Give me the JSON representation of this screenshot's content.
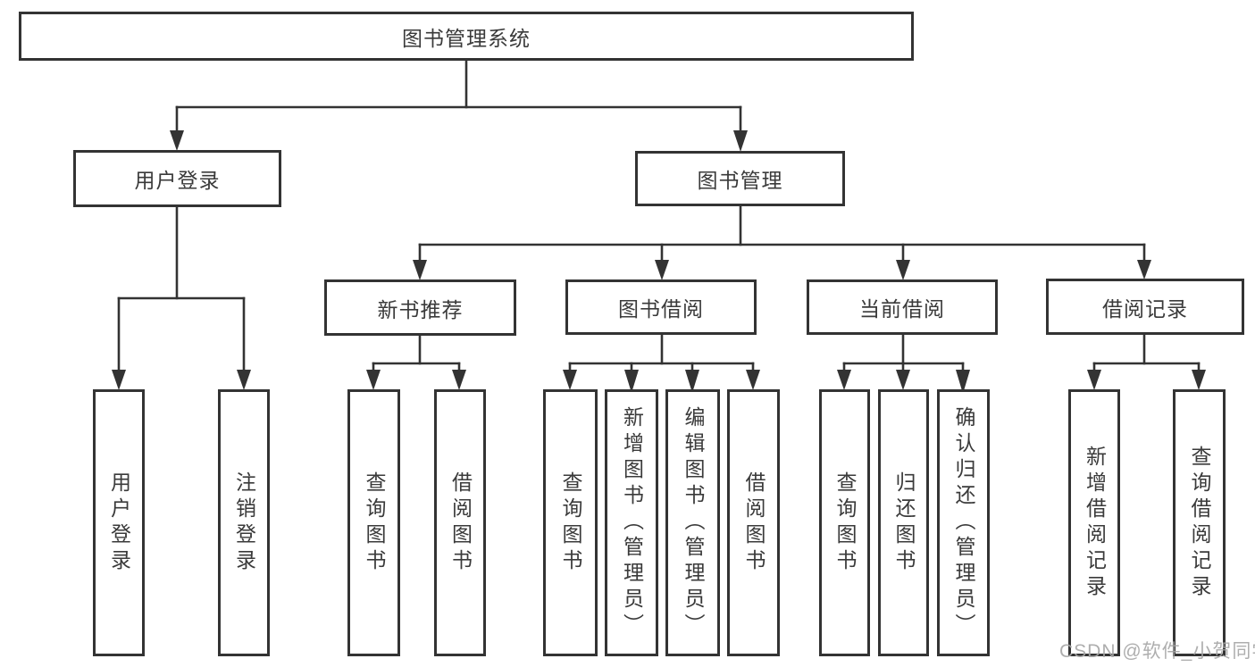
{
  "diagram": {
    "root": {
      "label": "图书管理系统"
    },
    "level2": [
      {
        "label": "用户登录"
      },
      {
        "label": "图书管理"
      }
    ],
    "level3": [
      {
        "label": "新书推荐",
        "parent": "图书管理"
      },
      {
        "label": "图书借阅",
        "parent": "图书管理"
      },
      {
        "label": "当前借阅",
        "parent": "图书管理"
      },
      {
        "label": "借阅记录",
        "parent": "图书管理"
      }
    ],
    "leaves": [
      {
        "label": "用户登录",
        "parent": "用户登录"
      },
      {
        "label": "注销登录",
        "parent": "用户登录"
      },
      {
        "label": "查询图书",
        "parent": "新书推荐"
      },
      {
        "label": "借阅图书",
        "parent": "新书推荐"
      },
      {
        "label": "查询图书",
        "parent": "图书借阅"
      },
      {
        "label": "新增图书（管理员）",
        "parent": "图书借阅"
      },
      {
        "label": "编辑图书（管理员）",
        "parent": "图书借阅"
      },
      {
        "label": "借阅图书",
        "parent": "图书借阅"
      },
      {
        "label": "查询图书",
        "parent": "当前借阅"
      },
      {
        "label": "归还图书",
        "parent": "当前借阅"
      },
      {
        "label": "确认归还（管理员）",
        "parent": "当前借阅"
      },
      {
        "label": "新增借阅记录",
        "parent": "借阅记录"
      },
      {
        "label": "查询借阅记录",
        "parent": "借阅记录"
      }
    ]
  },
  "watermark": {
    "text": "CSDN @软件_小贺同学"
  },
  "colors": {
    "line": "#333333",
    "box_border": "#333333",
    "text": "#3a3a3a",
    "watermark": "#a6a6a6",
    "background": "#ffffff"
  }
}
